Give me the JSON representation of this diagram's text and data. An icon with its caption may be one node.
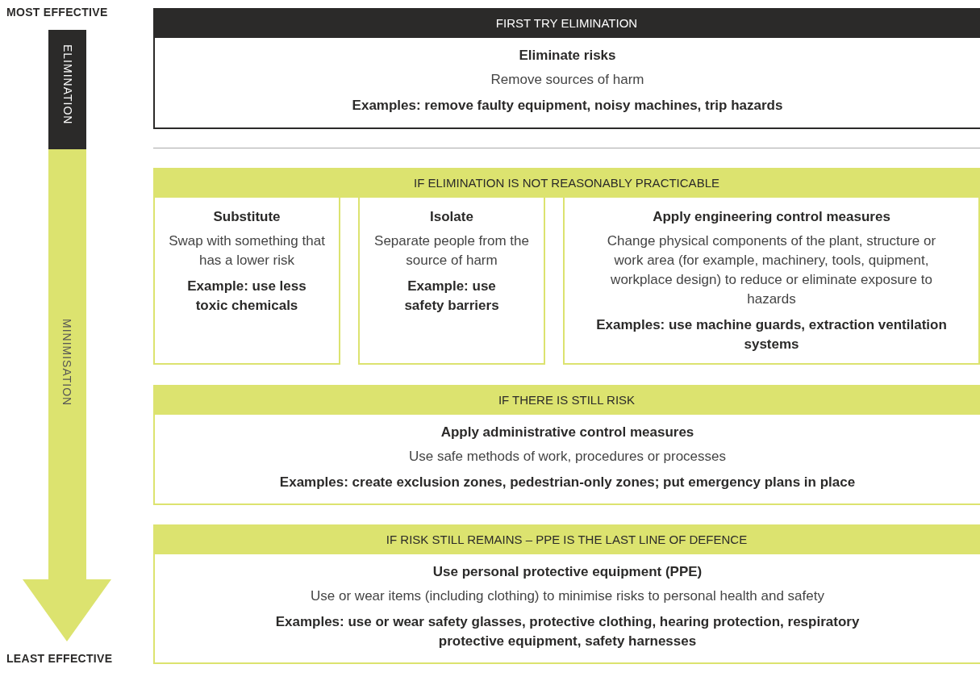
{
  "diagram": {
    "nodes": [
      {
        "text": [
          "ELIMINATION"
        ]
      },
      {
        "text": [
          "MINIMISATION"
        ]
      },
      {
        "text": [
          "FIRST TRY ELIMINATION",
          "Eliminate risks",
          "Remove sources of harm",
          "Examples: remove faulty equipment, noisy machines, trip hazards"
        ]
      },
      {
        "text": [
          "IF ELIMINATION IS NOT REASONABLY PRACTICABLE"
        ]
      },
      {
        "text": [
          "Substitute",
          "Swap with something that has a lower risk",
          "Example: use less toxic chemicals"
        ]
      },
      {
        "text": [
          "Isolate",
          "Separate people from the source of harm",
          "Example: use safety barriers"
        ]
      },
      {
        "text": [
          "Apply engineering control measures",
          "Change physical components of the plant, structure or work area (for example, machinery, tools, quipment, workplace design) to reduce or eliminate exposure to hazards",
          "Examples: use machine guards, extraction ventilation systems"
        ]
      },
      {
        "text": [
          "IF THERE IS STILL RISK",
          "Apply administrative control measures",
          "Use safe methods of work, procedures or processes",
          "Examples: create exclusion zones, pedestrian-only zones; put emergency plans in place"
        ]
      },
      {
        "text": [
          "IF RISK STILL REMAINS – PPE IS THE LAST LINE OF DEFENCE",
          "Use personal protective equipment (PPE)",
          "Use or wear items (including clothing) to minimise risks to personal health and safety",
          "Examples: use or wear safety glasses, protective clothing, hearing protection, respiratory protective equipment, safety harnesses"
        ]
      }
    ],
    "labels": [
      "MOST EFFECTIVE",
      "LEAST EFFECTIVE"
    ]
  }
}
